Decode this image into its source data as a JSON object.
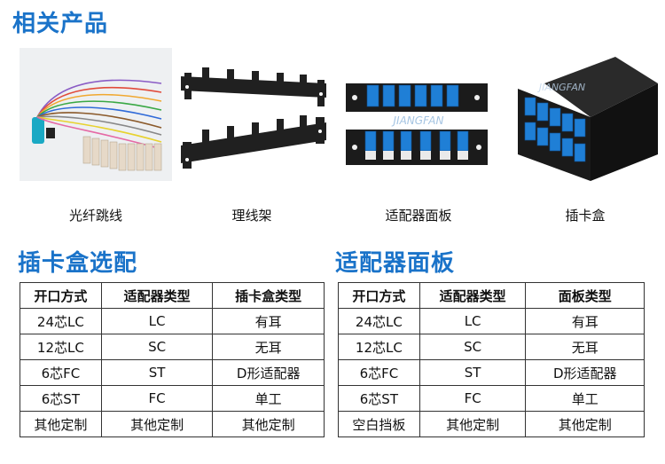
{
  "page": {
    "title": "相关产品",
    "left_section_title": "插卡盒选配",
    "right_section_title": "适配器面板"
  },
  "products": [
    {
      "name": "光纤跳线",
      "icon": "fiber-patch-cord-image"
    },
    {
      "name": "理线架",
      "icon": "cable-management-rack-image"
    },
    {
      "name": "适配器面板",
      "icon": "adapter-panel-image"
    },
    {
      "name": "插卡盒",
      "icon": "cassette-box-image"
    }
  ],
  "watermark": "JIANGFAN",
  "left_table": {
    "headers": [
      "开口方式",
      "适配器类型",
      "插卡盒类型"
    ],
    "rows": [
      [
        "24芯LC",
        "LC",
        "有耳"
      ],
      [
        "12芯LC",
        "SC",
        "无耳"
      ],
      [
        "6芯FC",
        "ST",
        "D形适配器"
      ],
      [
        "6芯ST",
        "FC",
        "单工"
      ],
      [
        "其他定制",
        "其他定制",
        "其他定制"
      ]
    ]
  },
  "right_table": {
    "headers": [
      "开口方式",
      "适配器类型",
      "面板类型"
    ],
    "rows": [
      [
        "24芯LC",
        "LC",
        "有耳"
      ],
      [
        "12芯LC",
        "SC",
        "无耳"
      ],
      [
        "6芯FC",
        "ST",
        "D形适配器"
      ],
      [
        "6芯ST",
        "FC",
        "单工"
      ],
      [
        "空白挡板",
        "其他定制",
        "其他定制"
      ]
    ]
  },
  "colors": {
    "accent": "#1a73c9",
    "adapter_blue": "#1f7fd6",
    "panel_black": "#1b1b1b"
  }
}
